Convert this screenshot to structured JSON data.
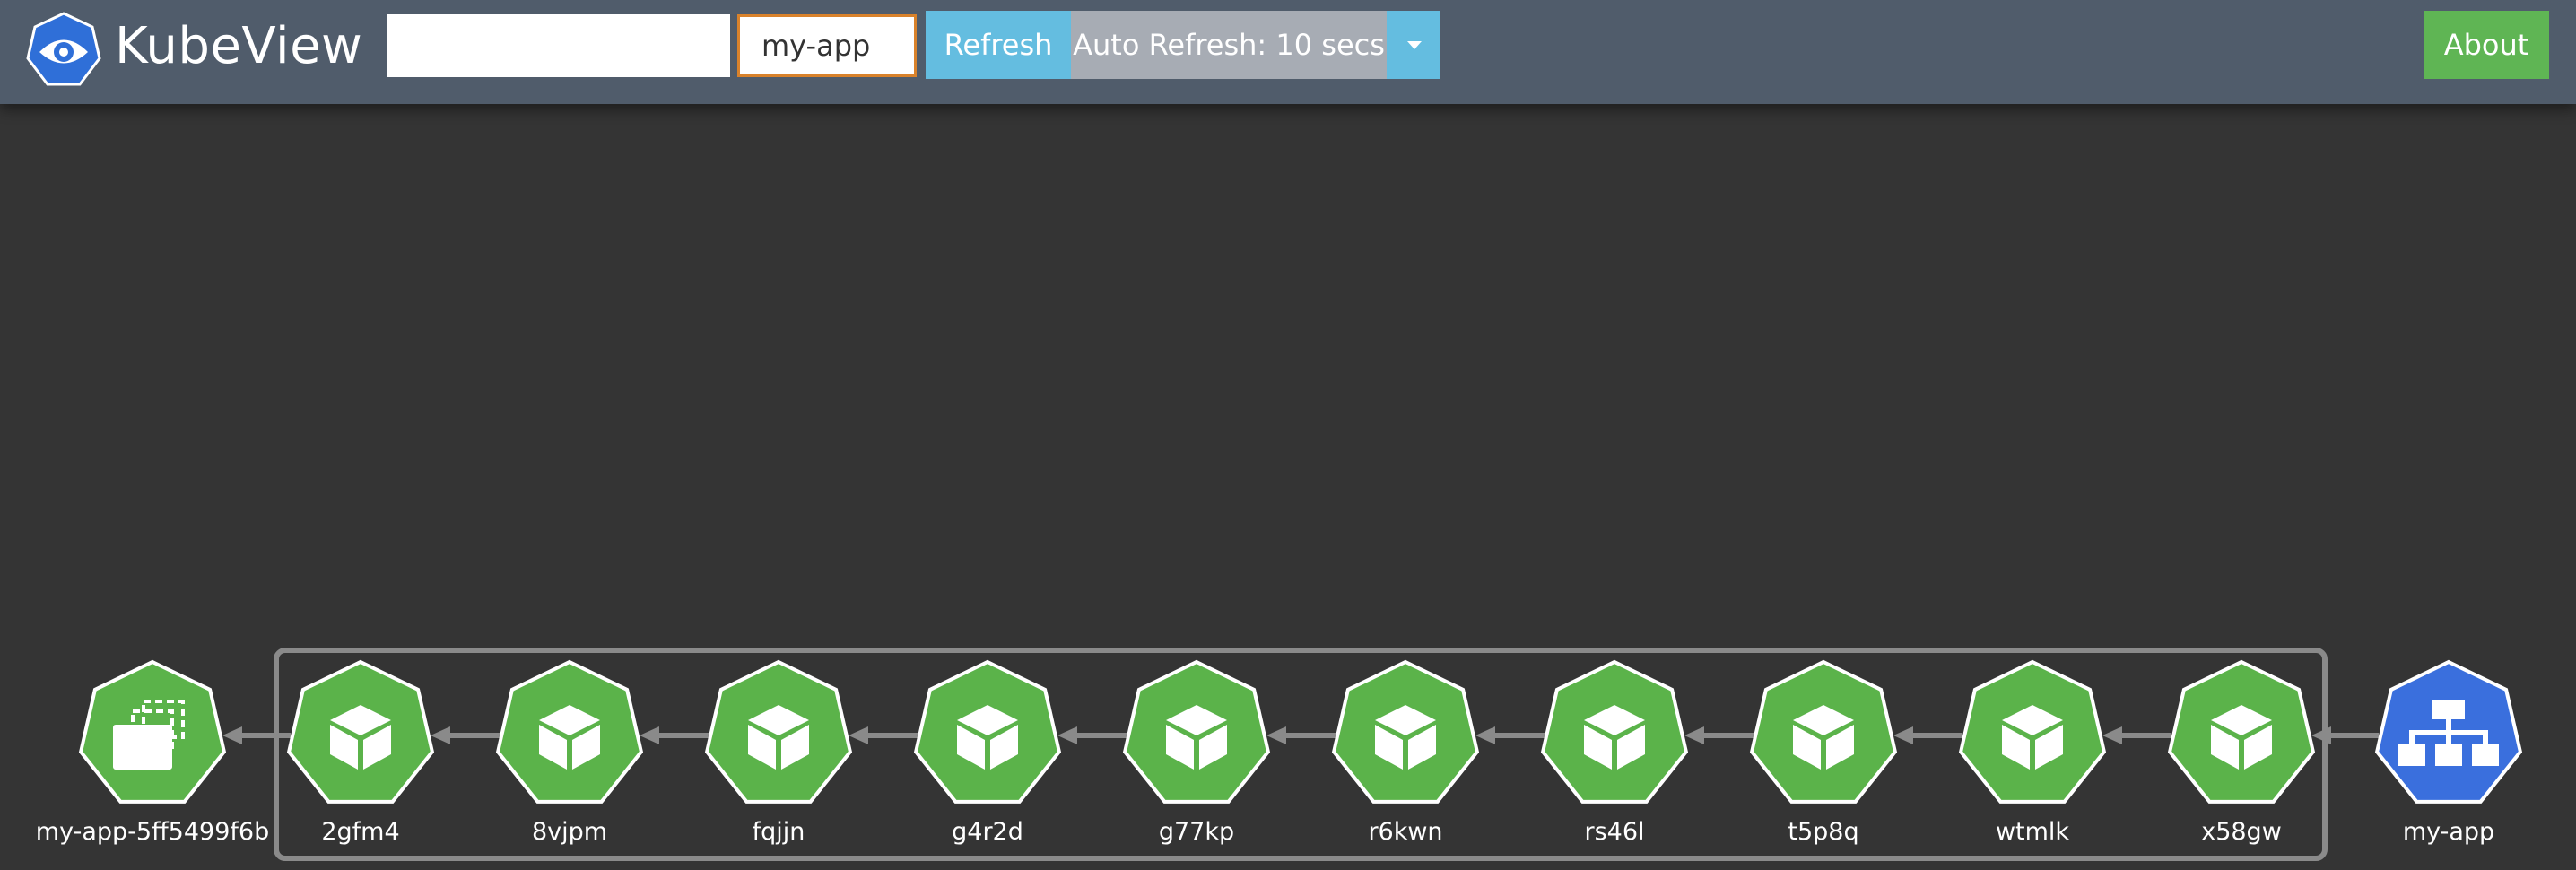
{
  "app": {
    "title": "KubeView",
    "logo_icon": "eye-icon",
    "colors": {
      "navbar": "#505c6b",
      "canvas": "#343434",
      "pod": "#5bb34a",
      "service": "#3a6fdd",
      "refresh": "#64bde0",
      "about": "#5fb554"
    }
  },
  "toolbar": {
    "filter_value": "",
    "namespace_value": "my-app",
    "refresh_label": "Refresh",
    "auto_refresh_label": "Auto Refresh: 10 secs",
    "about_label": "About"
  },
  "graph": {
    "replicaset": {
      "label": "my-app-5ff5499f6b",
      "icon": "replicaset-icon"
    },
    "pods": [
      {
        "label": "2gfm4",
        "icon": "pod-icon"
      },
      {
        "label": "8vjpm",
        "icon": "pod-icon"
      },
      {
        "label": "fqjjn",
        "icon": "pod-icon"
      },
      {
        "label": "g4r2d",
        "icon": "pod-icon"
      },
      {
        "label": "g77kp",
        "icon": "pod-icon"
      },
      {
        "label": "r6kwn",
        "icon": "pod-icon"
      },
      {
        "label": "rs46l",
        "icon": "pod-icon"
      },
      {
        "label": "t5p8q",
        "icon": "pod-icon"
      },
      {
        "label": "wtmlk",
        "icon": "pod-icon"
      },
      {
        "label": "x58gw",
        "icon": "pod-icon"
      }
    ],
    "service": {
      "label": "my-app",
      "icon": "service-icon"
    }
  }
}
